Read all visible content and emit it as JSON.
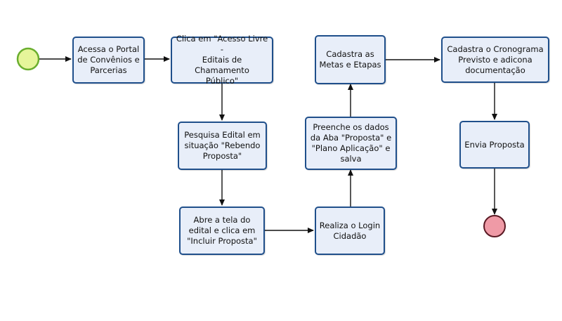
{
  "diagram": {
    "tasks": {
      "acessa_portal": "Acessa o Portal\nde Convênios e\nParcerias",
      "clica_acesso_livre": "Clica em \"Acesso Livre -\nEditais de Chamamento\nPúblico\"",
      "pesquisa_edital": "Pesquisa Edital em\nsituação \"Rebendo\nProposta\"",
      "abre_tela_edital": "Abre a tela do\nedital e clica em\n\"Incluir Proposta\"",
      "realiza_login": "Realiza o Login\nCidadão",
      "preenche_dados": "Preenche os dados\nda Aba \"Proposta\" e\n\"Plano Aplicação\" e\nsalva",
      "cadastra_metas": "Cadastra as\nMetas e Etapas",
      "cadastra_cronograma": "Cadastra o Cronograma\nPrevisto e adicona\ndocumentação",
      "envia_proposta": "Envia Proposta"
    },
    "colors": {
      "task_fill": "#e8eef9",
      "task_border": "#1f4f8b",
      "start_fill": "#e6f59a",
      "start_border": "#6aae2e",
      "end_fill": "#ef9aa6",
      "end_border": "#5a1a24",
      "connector": "#111111"
    }
  }
}
